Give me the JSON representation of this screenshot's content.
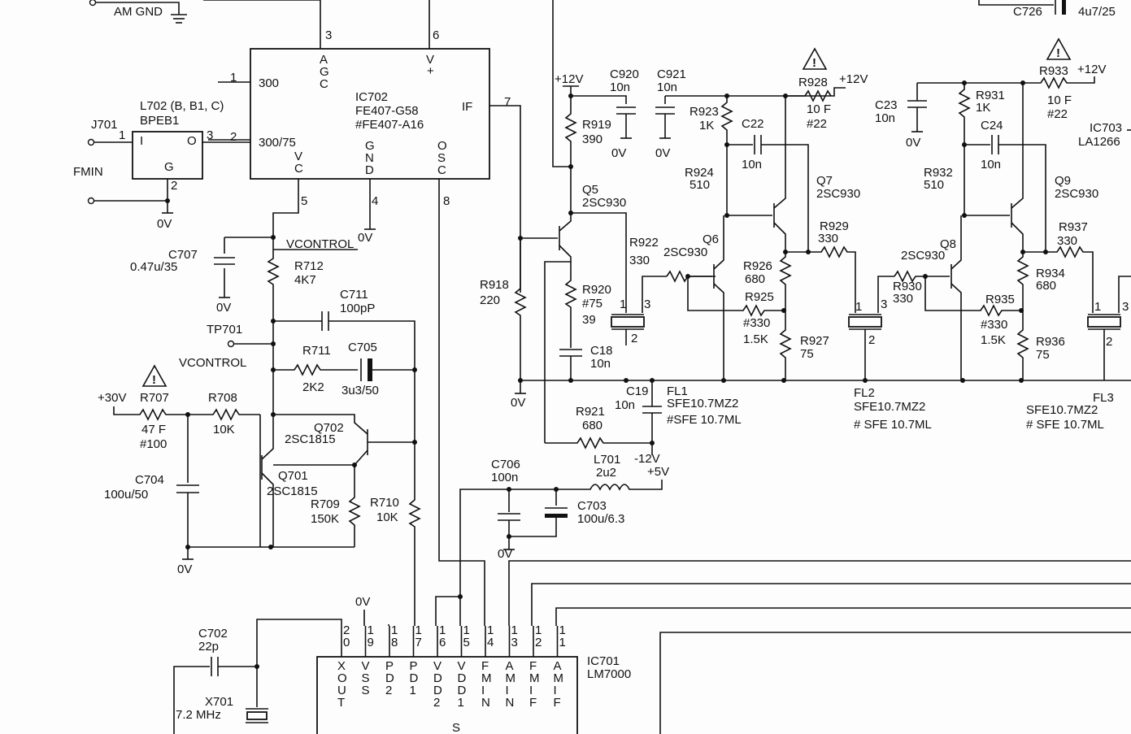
{
  "schematic": {
    "ic702": {
      "ref": "IC702",
      "part": "FE407-G58",
      "alt": "#FE407-A16",
      "pins": {
        "p3": "3",
        "p6": "6",
        "p1": "1",
        "p2": "2",
        "p7": "7",
        "p5": "5",
        "p4": "4",
        "p8": "8",
        "in300": "300",
        "in300_75": "300/75",
        "if": "IF",
        "agc": [
          "A",
          "G",
          "C"
        ],
        "vplus": [
          "V",
          "+"
        ],
        "vc": [
          "V",
          "C"
        ],
        "gnd": [
          "G",
          "N",
          "D"
        ],
        "osc": [
          "O",
          "S",
          "C"
        ]
      }
    },
    "l702": {
      "ref": "L702 (B, B1, C)",
      "part": "BPEB1",
      "pin1": "1",
      "pin3": "3",
      "pin2": "2",
      "i": "I",
      "o": "O",
      "g": "G"
    },
    "j701": "J701",
    "fmin": "FMIN",
    "am_gnd": "AM GND",
    "zero_v": "0V",
    "vcontrol": "VCONTROL",
    "tp701": "TP701",
    "c707": {
      "ref": "C707",
      "val": "0.47u/35"
    },
    "r712": {
      "ref": "R712",
      "val": "4K7"
    },
    "c711": {
      "ref": "C711",
      "val": "100pP"
    },
    "r711": {
      "ref": "R711",
      "val": "2K2"
    },
    "c705": {
      "ref": "C705",
      "val": "3u3/50"
    },
    "p30v": "+30V",
    "r707": {
      "ref": "R707",
      "val": "47 F",
      "alt": "#100"
    },
    "r708": {
      "ref": "R708",
      "val": "10K"
    },
    "q702": {
      "ref": "Q702",
      "part": "2SC1815"
    },
    "q701": {
      "ref": "Q701",
      "part": "2SC1815"
    },
    "r709": {
      "ref": "R709",
      "val": "150K"
    },
    "r710": {
      "ref": "R710",
      "val": "10K"
    },
    "c704": {
      "ref": "C704",
      "val": "100u/50"
    },
    "c702": {
      "ref": "C702",
      "val": "22p"
    },
    "x701": {
      "ref": "X701",
      "val": "7.2 MHz"
    },
    "ic701": {
      "ref": "IC701",
      "part": "LM7000",
      "bottom": "S",
      "pin_labels": [
        "XOUT",
        "VSS",
        "PD2",
        "PD1",
        "VDD2",
        "VDD1",
        "FMIN",
        "AMIN",
        "FMIF",
        "AMIF"
      ],
      "pin_numbers": [
        [
          "2",
          "0"
        ],
        [
          "1",
          "9"
        ],
        [
          "1",
          "8"
        ],
        [
          "1",
          "7"
        ],
        [
          "1",
          "6"
        ],
        [
          "1",
          "5"
        ],
        [
          "1",
          "4"
        ],
        [
          "1",
          "3"
        ],
        [
          "1",
          "2"
        ],
        [
          "1",
          "1"
        ]
      ]
    },
    "c706": {
      "ref": "C706",
      "val": "100n"
    },
    "c703": {
      "ref": "C703",
      "val": "100u/6.3"
    },
    "l701": {
      "ref": "L701",
      "val": "2u2"
    },
    "m12v": "-12V",
    "p5v": "+5V",
    "p12v": "+12V",
    "c920": {
      "ref": "C920",
      "val": "10n"
    },
    "c921": {
      "ref": "C921",
      "val": "10n"
    },
    "r919": {
      "ref": "R919",
      "val": "390"
    },
    "q5": {
      "ref": "Q5",
      "part": "2SC930"
    },
    "r918": {
      "ref": "R918",
      "val": "220"
    },
    "r920": {
      "ref": "R920",
      "val": "#75",
      "alt": "39"
    },
    "c18": {
      "ref": "C18",
      "val": "10n"
    },
    "c19": {
      "ref": "C19",
      "val": "10n"
    },
    "r921": {
      "ref": "R921",
      "val": "680"
    },
    "r922": {
      "ref": "R922",
      "val": "330"
    },
    "q6": {
      "ref": "Q6",
      "part": "2SC930"
    },
    "r923": {
      "ref": "R923",
      "val": "1K"
    },
    "c22": {
      "ref": "C22",
      "val": "10n"
    },
    "r924": {
      "ref": "R924",
      "val": "510"
    },
    "r928": {
      "ref": "R928",
      "val": "10 F",
      "alt": "#22"
    },
    "q7": {
      "ref": "Q7",
      "part": "2SC930"
    },
    "r929": {
      "ref": "R929",
      "val": "330"
    },
    "r926": {
      "ref": "R926",
      "val": "680"
    },
    "r925": {
      "ref": "R925",
      "val": "#330",
      "alt": "1.5K"
    },
    "r927": {
      "ref": "R927",
      "val": "75"
    },
    "fl1": {
      "ref": "FL1",
      "part": "SFE10.7MZ2",
      "alt": "#SFE 10.7ML"
    },
    "fl2": {
      "ref": "FL2",
      "part": "SFE10.7MZ2",
      "alt": "# SFE 10.7ML"
    },
    "fl3": {
      "ref": "FL3",
      "part": "SFE10.7MZ2",
      "alt": "# SFE 10.7ML"
    },
    "c23": {
      "ref": "C23",
      "val": "10n"
    },
    "r931": {
      "ref": "R931",
      "val": "1K"
    },
    "c24": {
      "ref": "C24",
      "val": "10n"
    },
    "r932": {
      "ref": "R932",
      "val": "510"
    },
    "r933": {
      "ref": "R933",
      "val": "10 F",
      "alt": "#22"
    },
    "q8": {
      "ref": "Q8",
      "part": "2SC930"
    },
    "q9": {
      "ref": "Q9",
      "part": "2SC930"
    },
    "r930": {
      "ref": "R930",
      "val": "330"
    },
    "r937": {
      "ref": "R937",
      "val": "330"
    },
    "r934": {
      "ref": "R934",
      "val": "680"
    },
    "r935": {
      "ref": "R935",
      "val": "#330",
      "alt": "1.5K"
    },
    "r936": {
      "ref": "R936",
      "val": "75"
    },
    "ic703": {
      "ref": "IC703",
      "part": "LA1266"
    },
    "c726": {
      "ref": "C726",
      "val": "4u7/25"
    },
    "pin_1": "1",
    "pin_2": "2",
    "pin_3": "3",
    "warning": "!"
  }
}
